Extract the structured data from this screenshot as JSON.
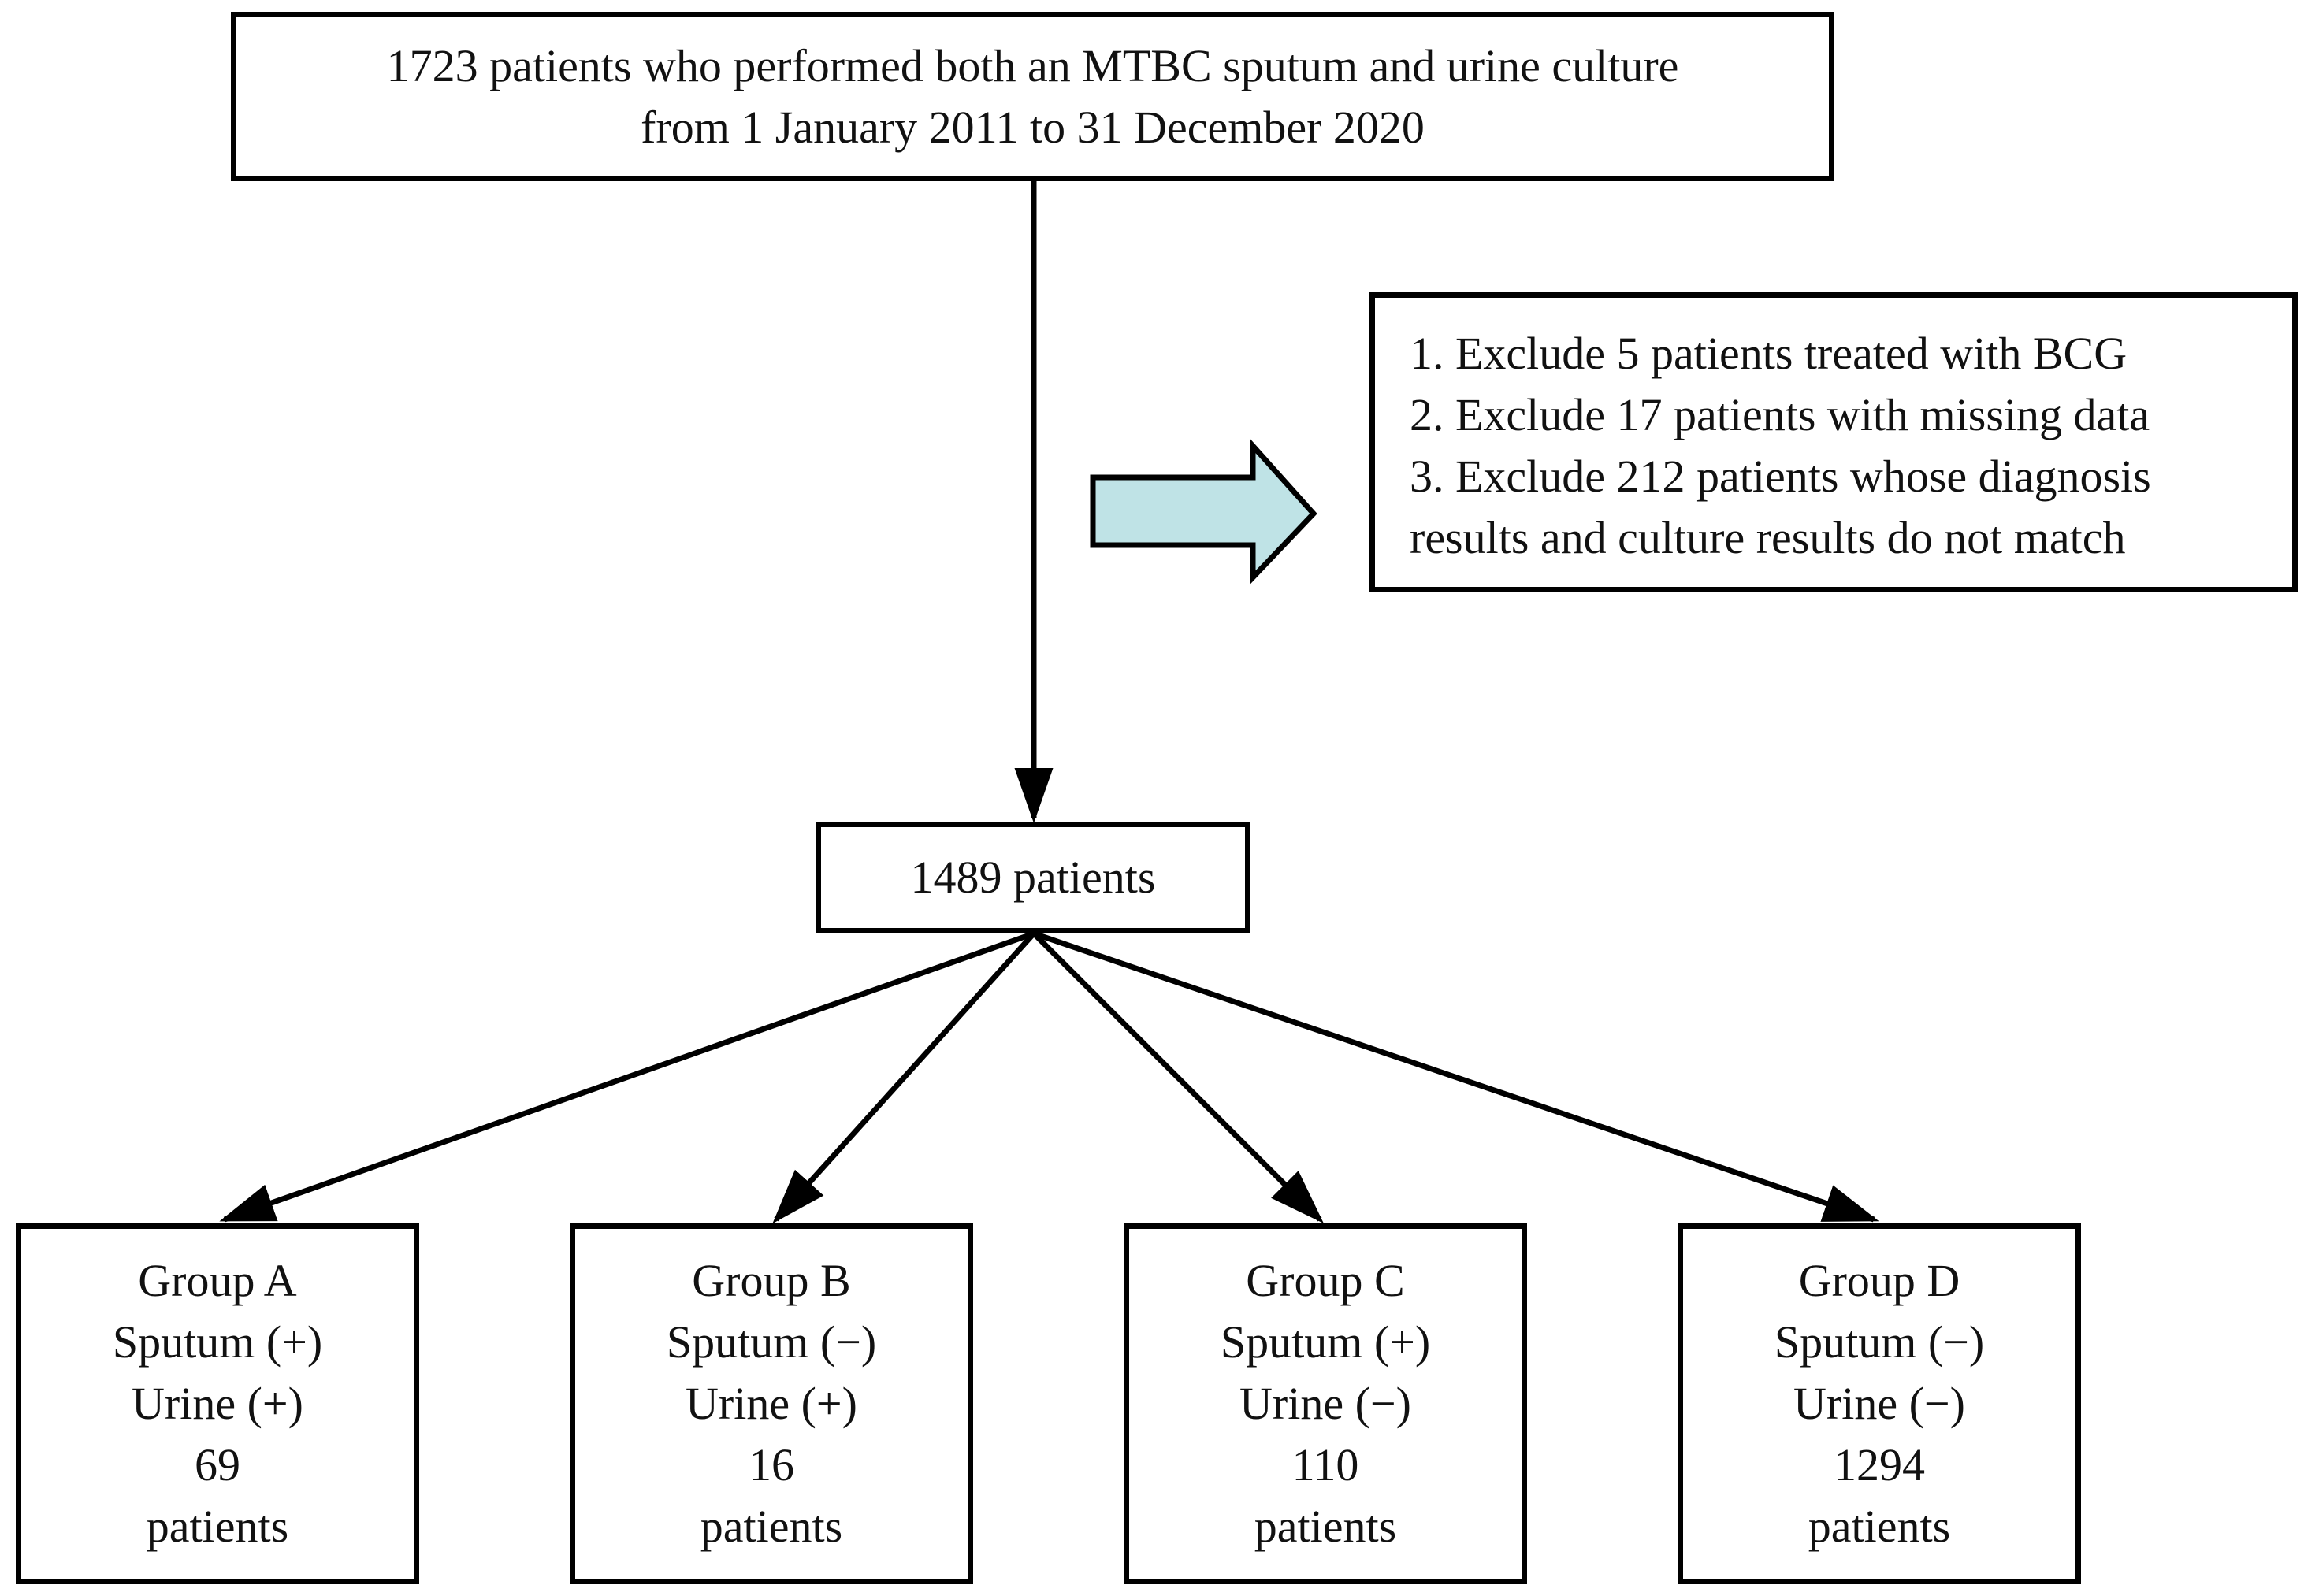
{
  "colors": {
    "border": "#000000",
    "text": "#111111",
    "exclusion_arrow_fill": "#bfe3e6"
  },
  "top_box": {
    "line1": "1723 patients who performed both an MTBC sputum and urine culture",
    "line2": "from 1 January 2011 to 31 December 2020"
  },
  "exclusion_box": {
    "items": [
      "1. Exclude 5 patients treated with BCG",
      "2. Exclude 17 patients with missing data",
      "3. Exclude 212 patients whose diagnosis",
      "results and culture results do not match"
    ]
  },
  "middle_box": {
    "label": "1489 patients"
  },
  "groups": [
    {
      "name": "Group A",
      "sputum": "Sputum (+)",
      "urine": "Urine (+)",
      "count": "69",
      "unit": "patients"
    },
    {
      "name": "Group B",
      "sputum": "Sputum (−)",
      "urine": "Urine (+)",
      "count": "16",
      "unit": "patients"
    },
    {
      "name": "Group C",
      "sputum": "Sputum (+)",
      "urine": "Urine (−)",
      "count": "110",
      "unit": "patients"
    },
    {
      "name": "Group D",
      "sputum": "Sputum (−)",
      "urine": "Urine (−)",
      "count": "1294",
      "unit": "patients"
    }
  ]
}
